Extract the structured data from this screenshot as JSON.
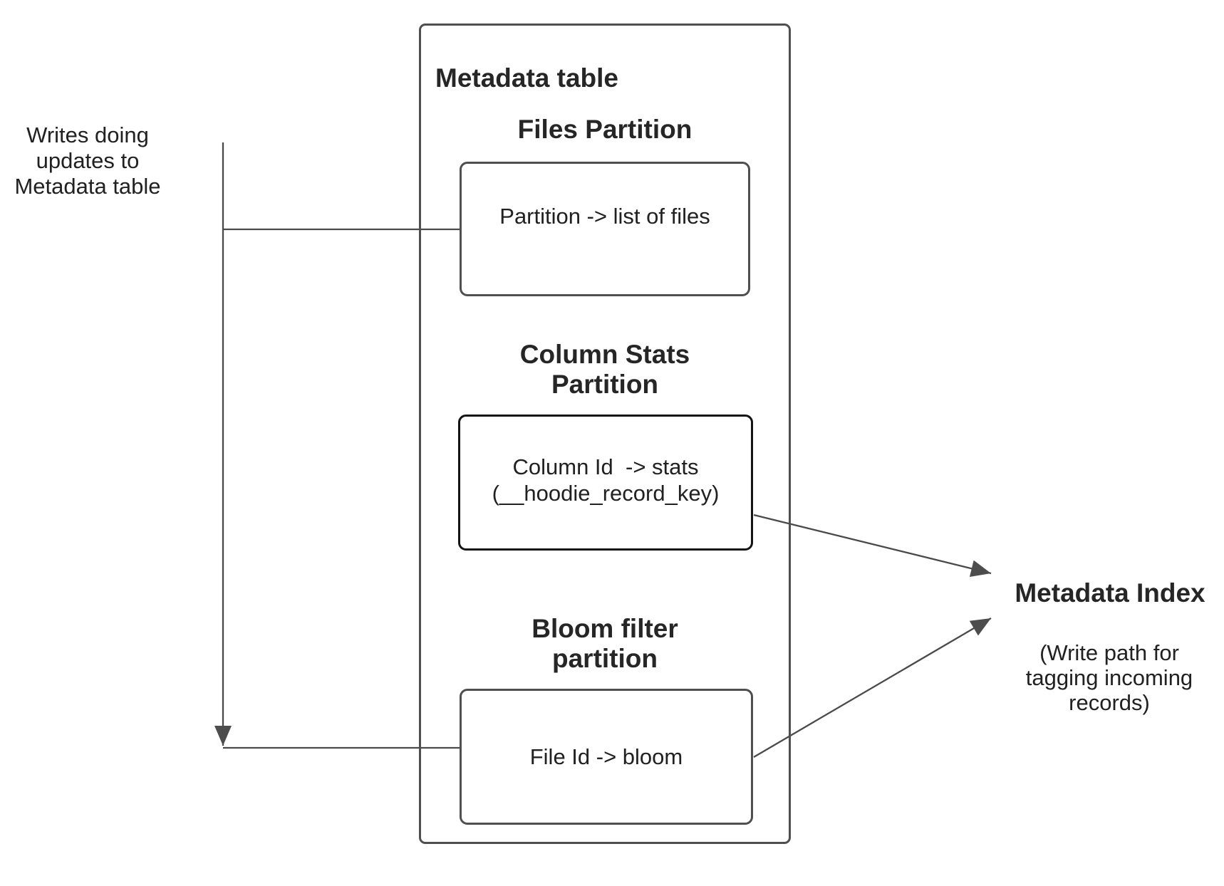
{
  "note_left": "Writes doing\nupdates to\nMetadata table",
  "metadata_table": {
    "title": "Metadata table",
    "files_partition": {
      "heading": "Files Partition",
      "box_text": "Partition -> list of files"
    },
    "column_stats_partition": {
      "heading": "Column Stats\nPartition",
      "box_text": "Column Id  -> stats\n(__hoodie_record_key)"
    },
    "bloom_filter_partition": {
      "heading": "Bloom filter\npartition",
      "box_text": "File Id -> bloom"
    }
  },
  "metadata_index": {
    "title": "Metadata Index",
    "subtitle": "(Write path for\ntagging incoming\nrecords)"
  },
  "colors": {
    "connector_line": "#4a4a4a",
    "arrowhead_fill": "#4d4d4d",
    "box_border": "#4f4f4f",
    "stats_box_border": "#141414",
    "text": "#212121"
  }
}
